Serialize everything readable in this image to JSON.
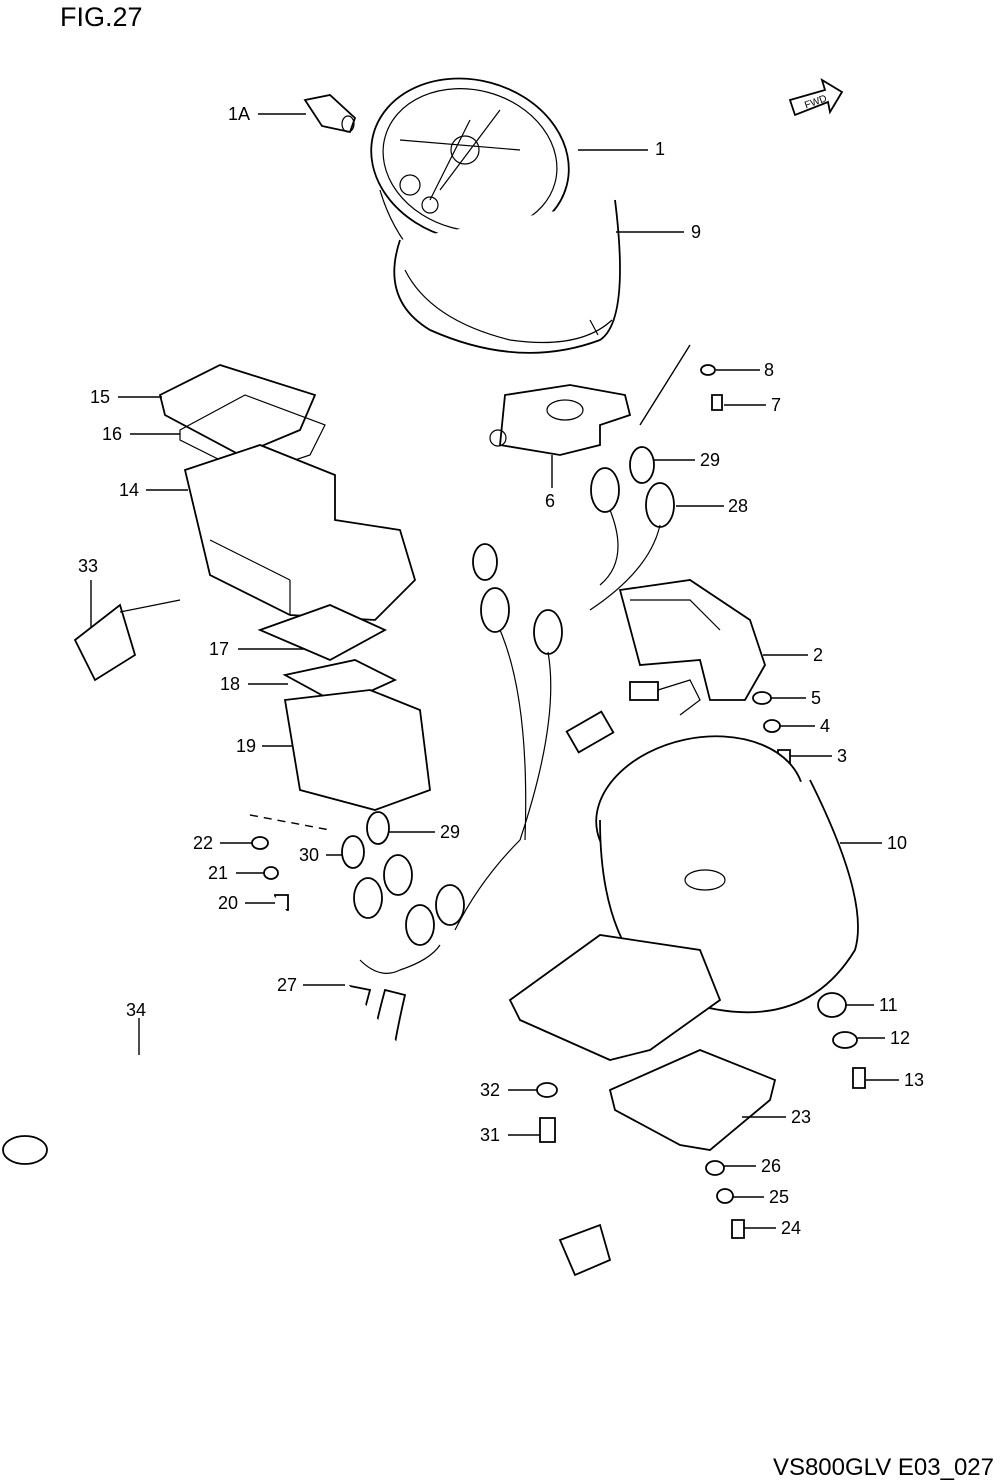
{
  "figure": {
    "title": "FIG.27",
    "reference_code": "VS800GLV E03_027",
    "direction_badge": "FWD"
  },
  "callouts": [
    "1A",
    "1",
    "9",
    "8",
    "7",
    "29",
    "6",
    "28",
    "2",
    "5",
    "4",
    "3",
    "10",
    "15",
    "16",
    "14",
    "33",
    "17",
    "18",
    "19",
    "22",
    "21",
    "20",
    "30",
    "29",
    "27",
    "34",
    "11",
    "12",
    "13",
    "32",
    "23",
    "31",
    "26",
    "25",
    "24"
  ]
}
